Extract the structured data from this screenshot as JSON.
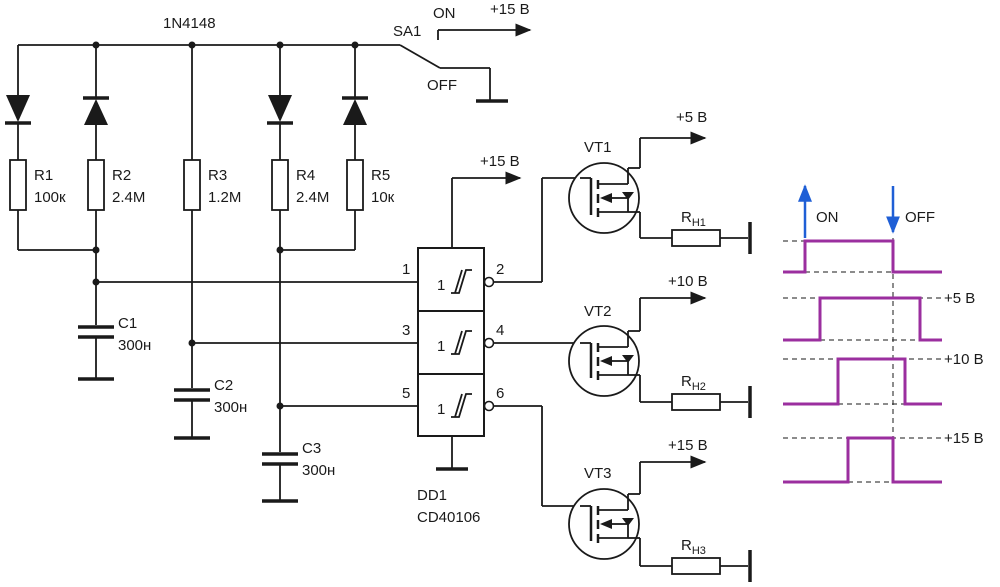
{
  "diode_type": "1N4148",
  "switch": {
    "name": "SA1",
    "on": "ON",
    "off": "OFF",
    "supply": "+15 В"
  },
  "resistors": [
    {
      "name": "R1",
      "value": "100к"
    },
    {
      "name": "R2",
      "value": "2.4M"
    },
    {
      "name": "R3",
      "value": "1.2M"
    },
    {
      "name": "R4",
      "value": "2.4M"
    },
    {
      "name": "R5",
      "value": "10к"
    }
  ],
  "capacitors": [
    {
      "name": "C1",
      "value": "300н"
    },
    {
      "name": "C2",
      "value": "300н"
    },
    {
      "name": "C3",
      "value": "300н"
    }
  ],
  "chip": {
    "ref": "DD1",
    "part": "CD40106",
    "supply": "+15 В",
    "gate_symbol": "1",
    "pins": [
      "1",
      "2",
      "3",
      "4",
      "5",
      "6"
    ]
  },
  "transistors": [
    {
      "name": "VT1",
      "supply": "+5 В",
      "load": "R",
      "load_sub": "H1"
    },
    {
      "name": "VT2",
      "supply": "+10 В",
      "load": "R",
      "load_sub": "H2"
    },
    {
      "name": "VT3",
      "supply": "+15 В",
      "load": "R",
      "load_sub": "H3"
    }
  ],
  "timing": {
    "on_label": "ON",
    "off_label": "OFF",
    "labels": [
      "+5 В",
      "+10 В",
      "+15 В"
    ],
    "arrow_on_color": "#1f5fd6",
    "arrow_off_color": "#1f5fd6",
    "wave_color": "#9b2f9f"
  }
}
